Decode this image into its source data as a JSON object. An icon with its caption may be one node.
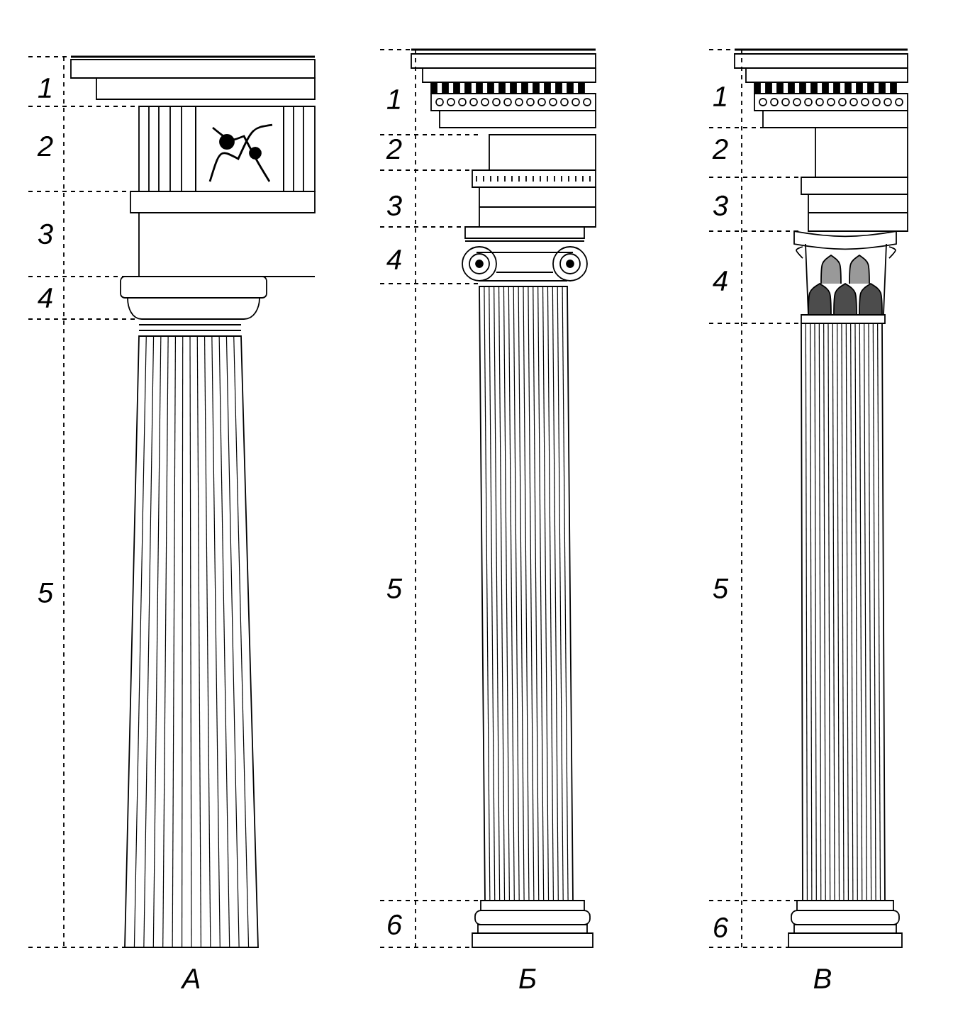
{
  "diagram": {
    "labels": [
      "1",
      "2",
      "3",
      "4",
      "5",
      "1",
      "2",
      "3",
      "4",
      "5",
      "6",
      "1",
      "2",
      "3",
      "4",
      "5",
      "6",
      "А",
      "Б",
      "В"
    ]
  }
}
